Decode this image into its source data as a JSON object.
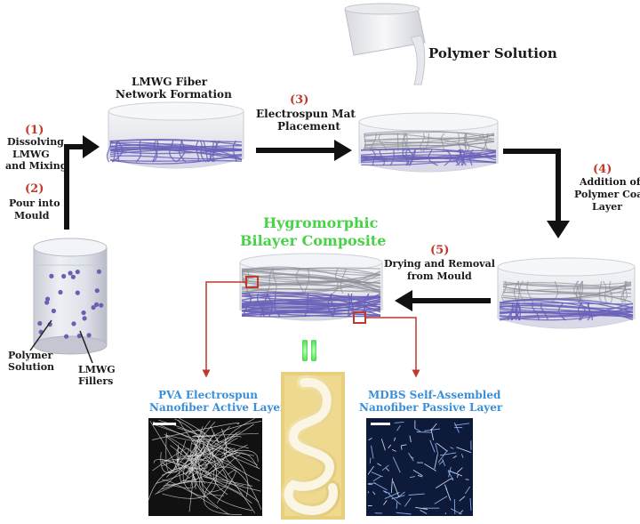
{
  "labels": {
    "polymer_solution_top": "Polymer Solution",
    "step1_num": "(1)",
    "step1_line1": "Dissolving",
    "step1_line2": "LMWG",
    "step1_line3": "and Mixing",
    "step2_num": "(2)",
    "step2_line1": "Pour into",
    "step2_line2": "Mould",
    "network_line1": "LMWG Fiber",
    "network_line2": "Network Formation",
    "step3_num": "(3)",
    "step3_line1": "Electrospun Mat",
    "step3_line2": "Placement",
    "step4_num": "(4)",
    "step4_line1": "Addition of",
    "step4_line2": "Polymer Coat",
    "step4_line3": "Layer",
    "step5_num": "(5)",
    "step5_line1": "Drying and Removal",
    "step5_line2": "from Mould",
    "hygro_line1": "Hygromorphic",
    "hygro_line2": "Bilayer Composite",
    "polymer_label_line1": "Polymer",
    "polymer_label_line2": "Solution",
    "lmwg_label_line1": "LMWG",
    "lmwg_label_line2": "Fillers",
    "pva_line1": "PVA Electrospun",
    "pva_line2": "Nanofiber Active Layer",
    "mdbs_line1": "MDBS Self-Assembled",
    "mdbs_line2": "Nanofiber Passive Layer"
  },
  "colors": {
    "step_number": "#c0392b",
    "micrograph_label": "#3a8fd6",
    "composite_label": "#4ad14a",
    "callout": "#c0392b",
    "fiber": "#6a62b8"
  }
}
